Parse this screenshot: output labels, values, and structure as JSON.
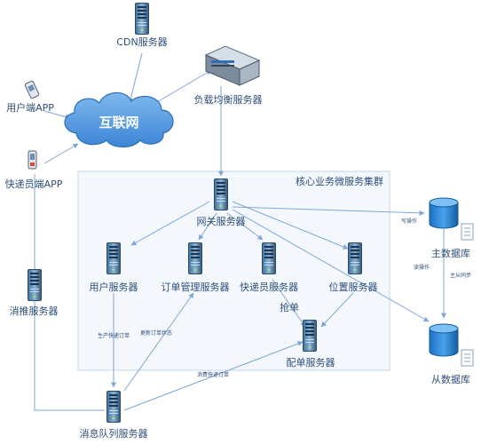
{
  "internet": "互联网",
  "cluster_title": "核心业务微服务集群",
  "nodes": {
    "cdn": "CDN服务器",
    "lb": "负载均衡服务器",
    "user_app": "用户端APP",
    "courier_app": "快递员端APP",
    "gateway": "网关服务器",
    "user_server": "用户服务器",
    "order_server": "订单管理服务器",
    "courier_server": "快递员服务器",
    "location_server": "位置服务器",
    "dispatch_server": "配单服务器",
    "push_server": "消推服务器",
    "mq_server": "消息队列服务器",
    "master_db": "主数据库",
    "slave_db": "从数据库"
  },
  "edge_labels": {
    "grab": "抢单",
    "write": "写操作",
    "read": "读操作",
    "sync": "主从同步",
    "produce": "生产快递订单",
    "update": "更新订单状态",
    "consume": "消费快递订单"
  }
}
